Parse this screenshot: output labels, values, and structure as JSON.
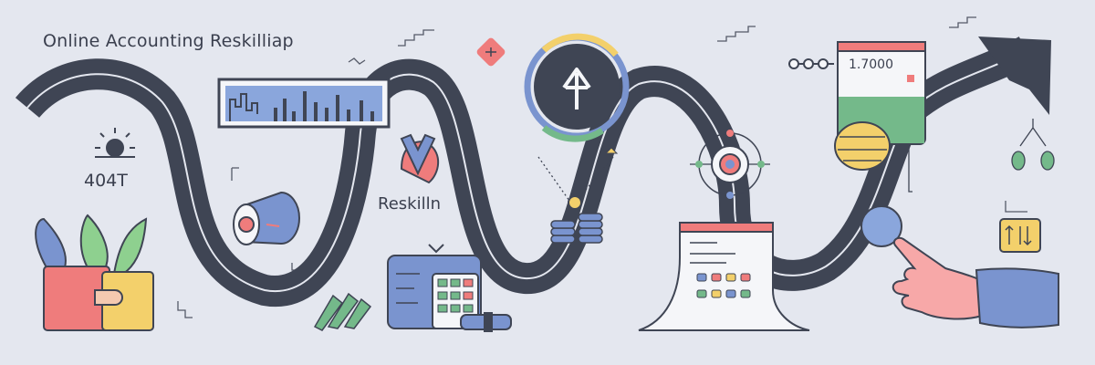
{
  "title": "Online Accounting Reskilliap",
  "side_code": "404T",
  "center_label": "Reskilln",
  "card_amount": "1.7000",
  "icons": [
    "curved-road-arrow",
    "bar-chart-panel",
    "potted-plants",
    "sun-icon",
    "camera-lens-icon",
    "rocket-icon",
    "compass-arrow-icon",
    "coin-stacks-icon",
    "calendar-grid-icon",
    "target-network-icon",
    "finance-card-icon",
    "cloud-icon",
    "pointing-hand-icon",
    "magnifier-icon",
    "tree-diagram-icon",
    "calculator-keypad-icon",
    "spyglass-icon",
    "leaf-pile-icon",
    "sort-arrows-icon"
  ],
  "colors": {
    "background": "#e4e7ef",
    "road": "#3f4554",
    "accent_blue": "#7a94cf",
    "accent_red": "#ef7c7c",
    "accent_green": "#74b98a",
    "accent_yellow": "#f3d06b"
  }
}
